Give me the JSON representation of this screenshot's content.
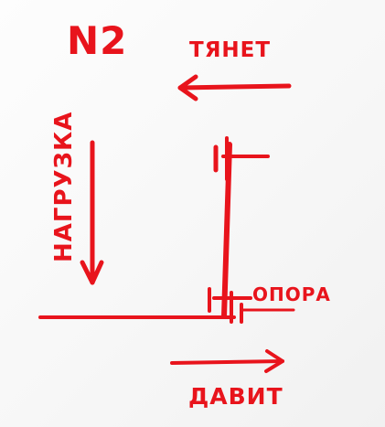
{
  "diagram": {
    "ink_color": "#e8141c",
    "paper_color": "#ffffff",
    "labels": {
      "number": "N2",
      "pull": "ТЯНЕТ",
      "load": "НАГРУЗКА",
      "support": "ОПОРА",
      "push": "ДАВИТ"
    }
  }
}
